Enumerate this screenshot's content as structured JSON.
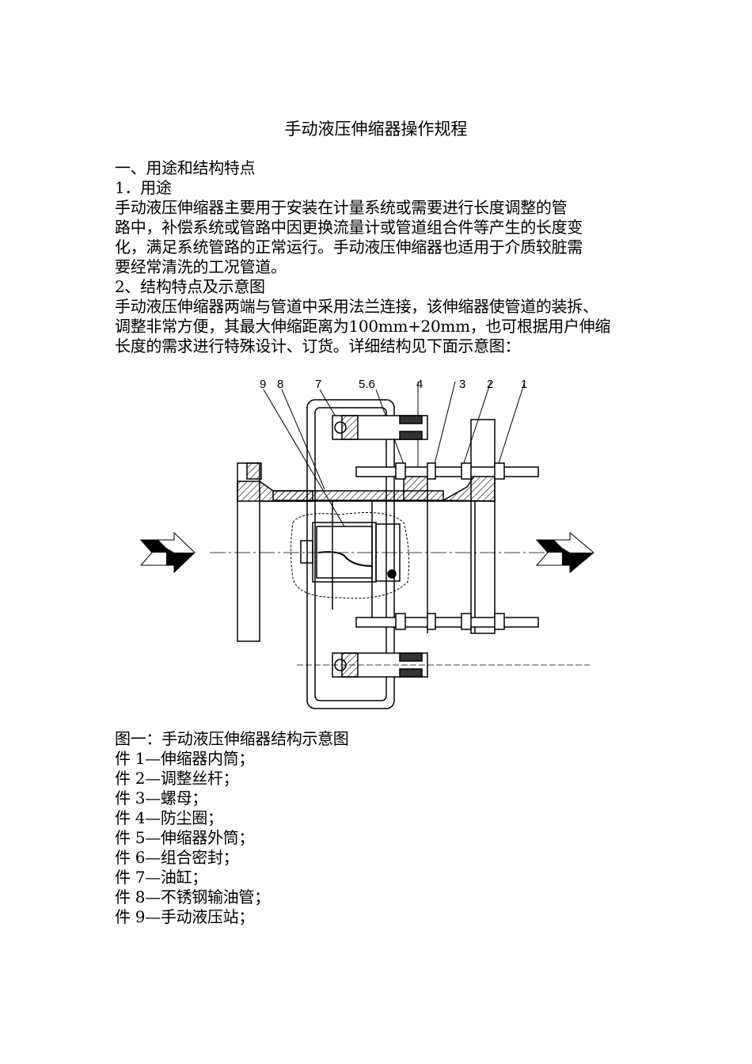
{
  "title": "手动液压伸缩器操作规程",
  "section1_heading": "一、用途和结构特点",
  "sub1_heading": "1．用途",
  "usage_lines": [
    "手动液压伸缩器主要用于安装在计量系统或需要进行长度调整的管",
    "路中，补偿系统或管路中因更换流量计或管道组合件等产生的长度变",
    "化，满足系统管路的正常运行。手动液压伸缩器也适用于介质较脏需",
    "要经常清洗的工况管道。"
  ],
  "sub2_heading": "2、结构特点及示意图",
  "structure_lines": [
    "手动液压伸缩器两端与管道中采用法兰连接，该伸缩器使管道的装拆、",
    "调整非常方便，其最大伸缩距离为100mm+20mm，也可根据用户伸缩",
    "长度的需求进行特殊设计、订货。详细结构见下面示意图："
  ],
  "diagram_labels": [
    "9",
    "8",
    "7",
    "5.6",
    "4",
    "3",
    "2",
    "1"
  ],
  "figure_caption": "图一：手动液压伸缩器结构示意图",
  "parts": [
    "件  1—伸缩器内筒；",
    "件  2—调整丝杆；",
    "件  3—螺母；",
    "件  4—防尘圈；",
    "件  5—伸缩器外筒；",
    "件  6—组合密封；",
    "件  7—油缸；",
    "件  8—不锈钢输油管；",
    "件  9—手动液压站；"
  ]
}
